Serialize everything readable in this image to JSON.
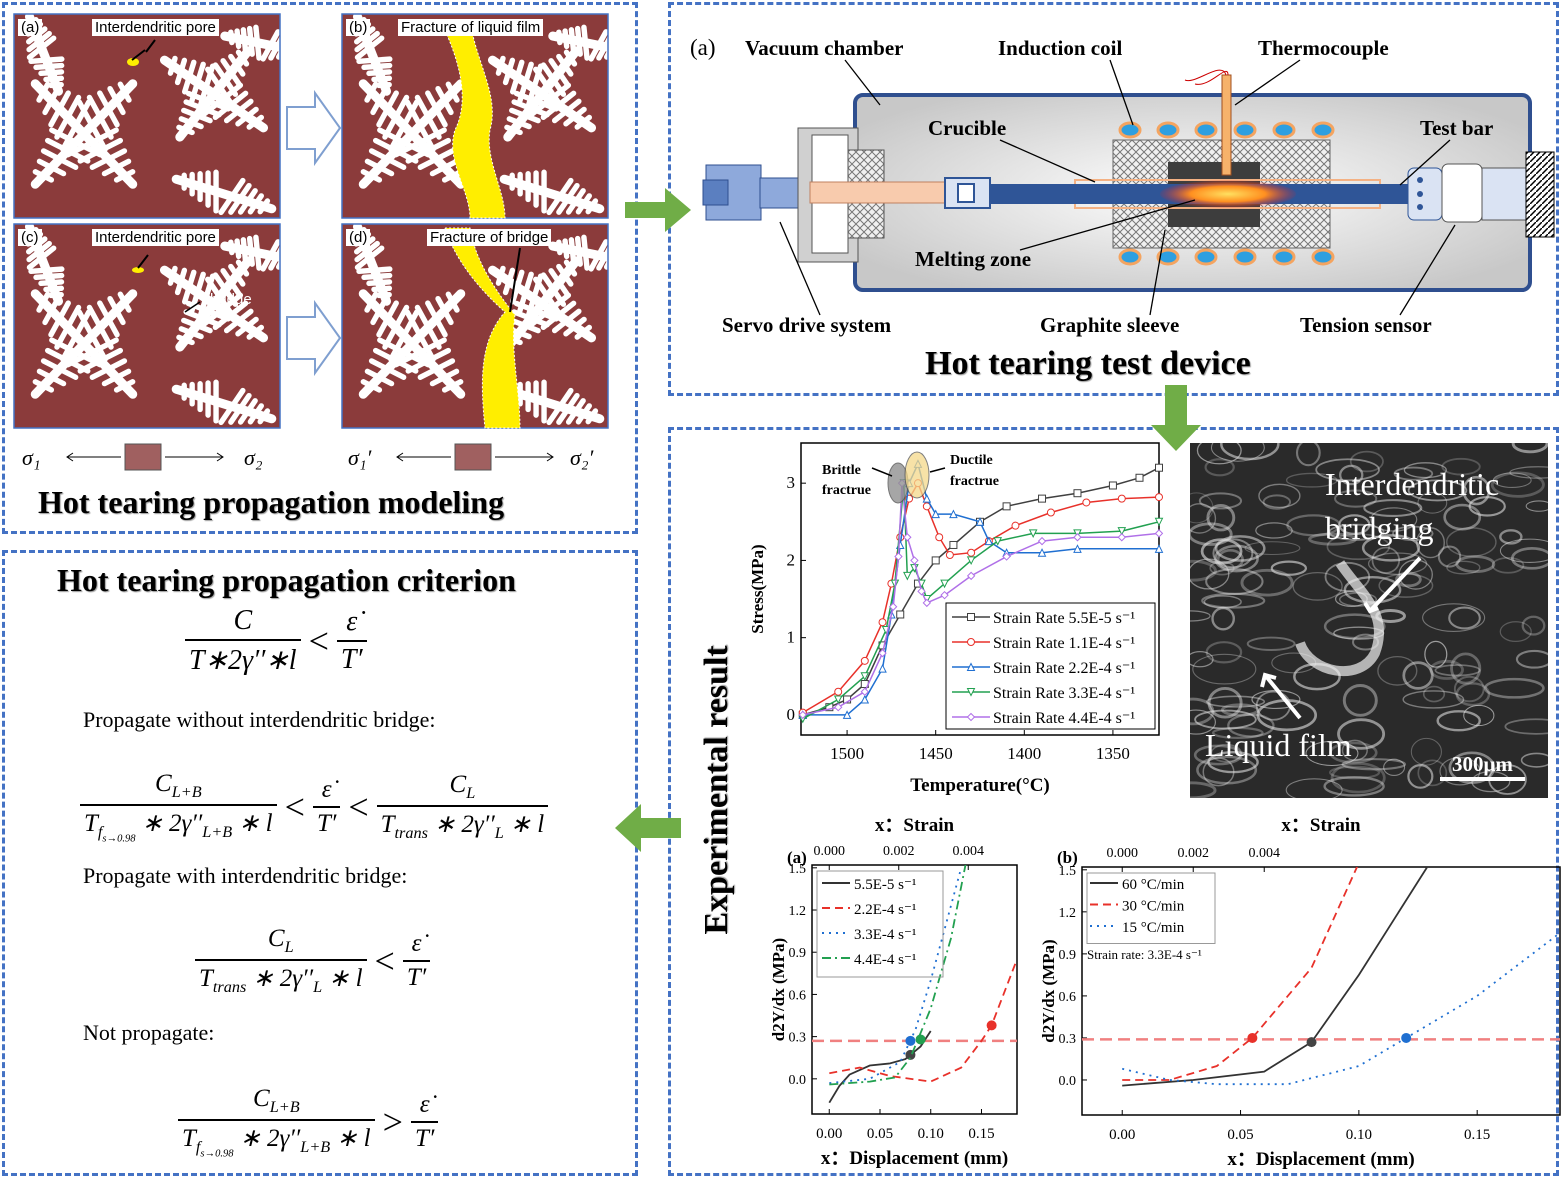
{
  "modeling": {
    "title": "Hot tearing propagation modeling",
    "panels": [
      {
        "tag": "(a)",
        "label": "Interdendritic pore"
      },
      {
        "tag": "(b)",
        "label": "Fracture of liquid film"
      },
      {
        "tag": "(c)",
        "label": "Interdendritic pore",
        "extra": "bridge"
      },
      {
        "tag": "(d)",
        "label": "Fracture of bridge"
      }
    ],
    "stress_left": [
      "σ₁",
      "σ₂"
    ],
    "stress_right": [
      "σ₁′",
      "σ₂′"
    ]
  },
  "device": {
    "tag": "(a)",
    "title": "Hot tearing test device",
    "labels": {
      "vacuum": "Vacuum chamber",
      "coil": "Induction coil",
      "thermo": "Thermocouple",
      "crucible": "Crucible",
      "testbar": "Test bar",
      "melting": "Melting zone",
      "servo": "Servo drive system",
      "graphite": "Graphite sleeve",
      "tension": "Tension sensor"
    }
  },
  "criterion": {
    "title": "Hot tearing propagation criterion",
    "f1": {
      "num": "C",
      "den": "T∗2γ′′∗l",
      "op": "<",
      "rnum": "ε̇",
      "rden": "T′"
    },
    "case1": "Propagate without interdendritic bridge:",
    "case2": "Propagate with interdendritic bridge:",
    "case3": "Not propagate:",
    "sym": {
      "C": "C",
      "LB": "L+B",
      "L": "L",
      "T": "T",
      "f": "f",
      "s098": "s→0.98",
      "trans": "trans",
      "mid": " ∗ 2γ′′",
      "tail": " ∗ l",
      "lt": "<",
      "gt": ">",
      "eps": "ε̇",
      "Tp": "T′"
    }
  },
  "results": {
    "label": "Experimental result",
    "sem": {
      "bridging_1": "Interdendritic",
      "bridging_2": "bridging",
      "liquid": "Liquid film",
      "scale": "300μm"
    }
  },
  "chart_data": [
    {
      "type": "line",
      "id": "stress",
      "xlabel": "Temperature(°C)",
      "ylabel": "Stress(MPa)",
      "xlim": [
        1526,
        1324
      ],
      "ylim": [
        -0.26,
        3.52
      ],
      "xticks": [
        1500,
        1450,
        1400,
        1350
      ],
      "yticks": [
        0,
        1,
        2,
        3
      ],
      "legend": "bottom-right",
      "annotations": [
        {
          "text": [
            "Brittle",
            "fractrue"
          ]
        },
        {
          "text": [
            "Ductile",
            "fractrue"
          ]
        }
      ],
      "series": [
        {
          "name": "Strain Rate 5.5E-5 s⁻¹",
          "color": "#404040",
          "marker": "square",
          "points": [
            [
              1525,
              0
            ],
            [
              1510,
              0.1
            ],
            [
              1500,
              0.2
            ],
            [
              1490,
              0.4
            ],
            [
              1480,
              0.9
            ],
            [
              1470,
              1.3
            ],
            [
              1460,
              1.7
            ],
            [
              1450,
              2.0
            ],
            [
              1440,
              2.2
            ],
            [
              1425,
              2.5
            ],
            [
              1410,
              2.7
            ],
            [
              1390,
              2.8
            ],
            [
              1370,
              2.87
            ],
            [
              1350,
              2.97
            ],
            [
              1335,
              3.07
            ],
            [
              1324,
              3.2
            ]
          ]
        },
        {
          "name": "Strain Rate 1.1E-4 s⁻¹",
          "color": "#e8312a",
          "marker": "circle",
          "points": [
            [
              1525,
              0.03
            ],
            [
              1505,
              0.3
            ],
            [
              1490,
              0.7
            ],
            [
              1480,
              1.2
            ],
            [
              1475,
              1.7
            ],
            [
              1470,
              2.3
            ],
            [
              1465,
              2.8
            ],
            [
              1460,
              3.0
            ],
            [
              1455,
              2.7
            ],
            [
              1448,
              2.3
            ],
            [
              1442,
              2.07
            ],
            [
              1430,
              2.1
            ],
            [
              1420,
              2.25
            ],
            [
              1405,
              2.45
            ],
            [
              1385,
              2.62
            ],
            [
              1365,
              2.75
            ],
            [
              1345,
              2.8
            ],
            [
              1324,
              2.82
            ]
          ]
        },
        {
          "name": "Strain Rate 2.2E-4 s⁻¹",
          "color": "#1f6fd1",
          "marker": "triangle",
          "points": [
            [
              1525,
              0
            ],
            [
              1500,
              0
            ],
            [
              1490,
              0.2
            ],
            [
              1480,
              0.6
            ],
            [
              1475,
              1.3
            ],
            [
              1470,
              2.2
            ],
            [
              1465,
              3.0
            ],
            [
              1460,
              3.25
            ],
            [
              1455,
              2.8
            ],
            [
              1450,
              2.6
            ],
            [
              1440,
              2.6
            ],
            [
              1425,
              2.5
            ],
            [
              1420,
              2.25
            ],
            [
              1410,
              2.1
            ],
            [
              1390,
              2.1
            ],
            [
              1370,
              2.15
            ],
            [
              1324,
              2.15
            ]
          ]
        },
        {
          "name": "Strain Rate 3.3E-4 s⁻¹",
          "color": "#22a050",
          "marker": "down-triangle",
          "points": [
            [
              1525,
              -0.05
            ],
            [
              1505,
              0.2
            ],
            [
              1490,
              0.5
            ],
            [
              1478,
              1.1
            ],
            [
              1473,
              1.7
            ],
            [
              1468,
              3.0
            ],
            [
              1466,
              1.8
            ],
            [
              1462,
              1.9
            ],
            [
              1458,
              1.7
            ],
            [
              1455,
              1.5
            ],
            [
              1445,
              1.7
            ],
            [
              1430,
              2.0
            ],
            [
              1415,
              2.25
            ],
            [
              1395,
              2.35
            ],
            [
              1370,
              2.35
            ],
            [
              1345,
              2.38
            ],
            [
              1324,
              2.5
            ]
          ]
        },
        {
          "name": "Strain Rate 4.4E-4 s⁻¹",
          "color": "#b070e8",
          "marker": "diamond",
          "points": [
            [
              1525,
              0
            ],
            [
              1505,
              0.1
            ],
            [
              1490,
              0.3
            ],
            [
              1480,
              0.8
            ],
            [
              1474,
              1.4
            ],
            [
              1471,
              2.05
            ],
            [
              1469,
              3.0
            ],
            [
              1466,
              2.3
            ],
            [
              1462,
              2.0
            ],
            [
              1458,
              1.6
            ],
            [
              1455,
              1.45
            ],
            [
              1445,
              1.55
            ],
            [
              1430,
              1.8
            ],
            [
              1410,
              2.05
            ],
            [
              1390,
              2.25
            ],
            [
              1370,
              2.3
            ],
            [
              1345,
              2.3
            ],
            [
              1324,
              2.35
            ]
          ]
        }
      ]
    },
    {
      "type": "line",
      "id": "a",
      "panel": "(a)",
      "title": "x：Strain",
      "xlabel": "x：Displacement (mm)",
      "ylabel": "d2Υ/dx (MPa)",
      "xlim": [
        -0.017,
        0.185
      ],
      "ylim": [
        -0.25,
        1.52
      ],
      "xticks": [
        "0.00",
        "0.05",
        "0.10",
        "0.15"
      ],
      "yticks": [
        "0.0",
        "0.3",
        "0.6",
        "0.9",
        "1.2",
        "1.5"
      ],
      "top_ticks": [
        "0.000",
        "0.002",
        "0.004"
      ],
      "threshold": 0.27,
      "legend": "top-left",
      "series": [
        {
          "name": "5.5E-5 s⁻¹",
          "color": "#333333",
          "dash": "",
          "points": [
            [
              0,
              -0.17
            ],
            [
              0.01,
              -0.05
            ],
            [
              0.02,
              0.03
            ],
            [
              0.04,
              0.095
            ],
            [
              0.06,
              0.11
            ],
            [
              0.075,
              0.14
            ],
            [
              0.09,
              0.23
            ],
            [
              0.1,
              0.34
            ]
          ],
          "mark": [
            0.08,
            0.17
          ]
        },
        {
          "name": "2.2E-4 s⁻¹",
          "color": "#e8312a",
          "dash": "8 5",
          "points": [
            [
              0,
              0.04
            ],
            [
              0.03,
              0.08
            ],
            [
              0.06,
              0.02
            ],
            [
              0.1,
              -0.02
            ],
            [
              0.13,
              0.08
            ],
            [
              0.15,
              0.27
            ],
            [
              0.16,
              0.38
            ],
            [
              0.185,
              0.85
            ]
          ],
          "mark": [
            0.16,
            0.38
          ]
        },
        {
          "name": "3.3E-4 s⁻¹",
          "color": "#1f6fd1",
          "dash": "2 5",
          "points": [
            [
              0,
              -0.03
            ],
            [
              0.04,
              0.0
            ],
            [
              0.07,
              0.12
            ],
            [
              0.085,
              0.35
            ],
            [
              0.1,
              0.7
            ],
            [
              0.115,
              1.1
            ],
            [
              0.13,
              1.5
            ]
          ],
          "mark": [
            0.08,
            0.27
          ]
        },
        {
          "name": "4.4E-4 s⁻¹",
          "color": "#22a050",
          "dash": "9 4 2 4",
          "points": [
            [
              0,
              -0.04
            ],
            [
              0.04,
              -0.02
            ],
            [
              0.065,
              0.01
            ],
            [
              0.08,
              0.15
            ],
            [
              0.1,
              0.5
            ],
            [
              0.12,
              1.0
            ],
            [
              0.135,
              1.55
            ]
          ],
          "mark": [
            0.09,
            0.28
          ]
        }
      ]
    },
    {
      "type": "line",
      "id": "b",
      "panel": "(b)",
      "title": "x：Strain",
      "xlabel": "x：Displacement (mm)",
      "ylabel": "d2Υ/dx (MPa)",
      "xlim": [
        -0.017,
        0.185
      ],
      "ylim": [
        -0.25,
        1.52
      ],
      "xticks": [
        "0.00",
        "0.05",
        "0.10",
        "0.15"
      ],
      "yticks": [
        "0.0",
        "0.3",
        "0.6",
        "0.9",
        "1.2",
        "1.5"
      ],
      "top_ticks": [
        "0.000",
        "0.002",
        "0.004"
      ],
      "threshold": 0.29,
      "legend": "top-left",
      "note": "Strain rate: 3.3E-4 s⁻¹",
      "series": [
        {
          "name": "60 °C/min",
          "color": "#333333",
          "dash": "",
          "points": [
            [
              0,
              -0.04
            ],
            [
              0.03,
              0.0
            ],
            [
              0.06,
              0.06
            ],
            [
              0.08,
              0.27
            ],
            [
              0.1,
              0.75
            ],
            [
              0.115,
              1.15
            ],
            [
              0.13,
              1.55
            ]
          ],
          "mark": [
            0.08,
            0.27
          ]
        },
        {
          "name": "30 °C/min",
          "color": "#e8312a",
          "dash": "8 5",
          "points": [
            [
              0,
              0
            ],
            [
              0.02,
              0.0
            ],
            [
              0.04,
              0.1
            ],
            [
              0.055,
              0.3
            ],
            [
              0.08,
              0.8
            ],
            [
              0.1,
              1.55
            ]
          ],
          "mark": [
            0.055,
            0.3
          ]
        },
        {
          "name": "15 °C/min",
          "color": "#1f6fd1",
          "dash": "2 5",
          "points": [
            [
              0,
              0.08
            ],
            [
              0.02,
              0.0
            ],
            [
              0.04,
              -0.03
            ],
            [
              0.07,
              -0.03
            ],
            [
              0.1,
              0.1
            ],
            [
              0.12,
              0.3
            ],
            [
              0.15,
              0.6
            ],
            [
              0.185,
              1.05
            ]
          ],
          "mark": [
            0.12,
            0.3
          ]
        }
      ]
    }
  ]
}
